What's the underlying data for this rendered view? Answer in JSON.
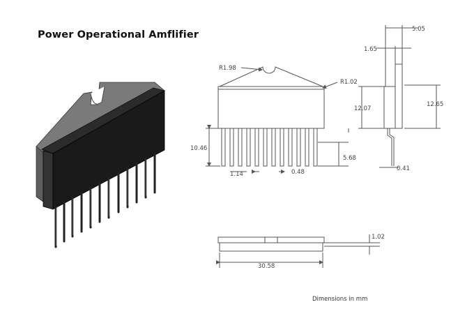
{
  "title": "Power  Operational Amflifier",
  "footnote": "Dimensions in mm",
  "dimensions": {
    "front_view": {
      "notch_radius": "R1.98",
      "corner_radius": "R1.02",
      "body_height": "12.07",
      "lead_length": "10.46",
      "lead_pitch": "1.14",
      "lead_width": "0.48",
      "lead_shoulder": "5.68"
    },
    "side_view": {
      "tab_thickness": "5.05",
      "body_thickness": "1.65",
      "overall_height": "12.65",
      "lead_thickness": "0.41"
    },
    "bottom_view": {
      "length": "30.58",
      "thickness": "1.02"
    }
  },
  "colors": {
    "line": "#555555",
    "body_dark": "#1c1c1c",
    "tab_gray": "#6e6e6e"
  }
}
